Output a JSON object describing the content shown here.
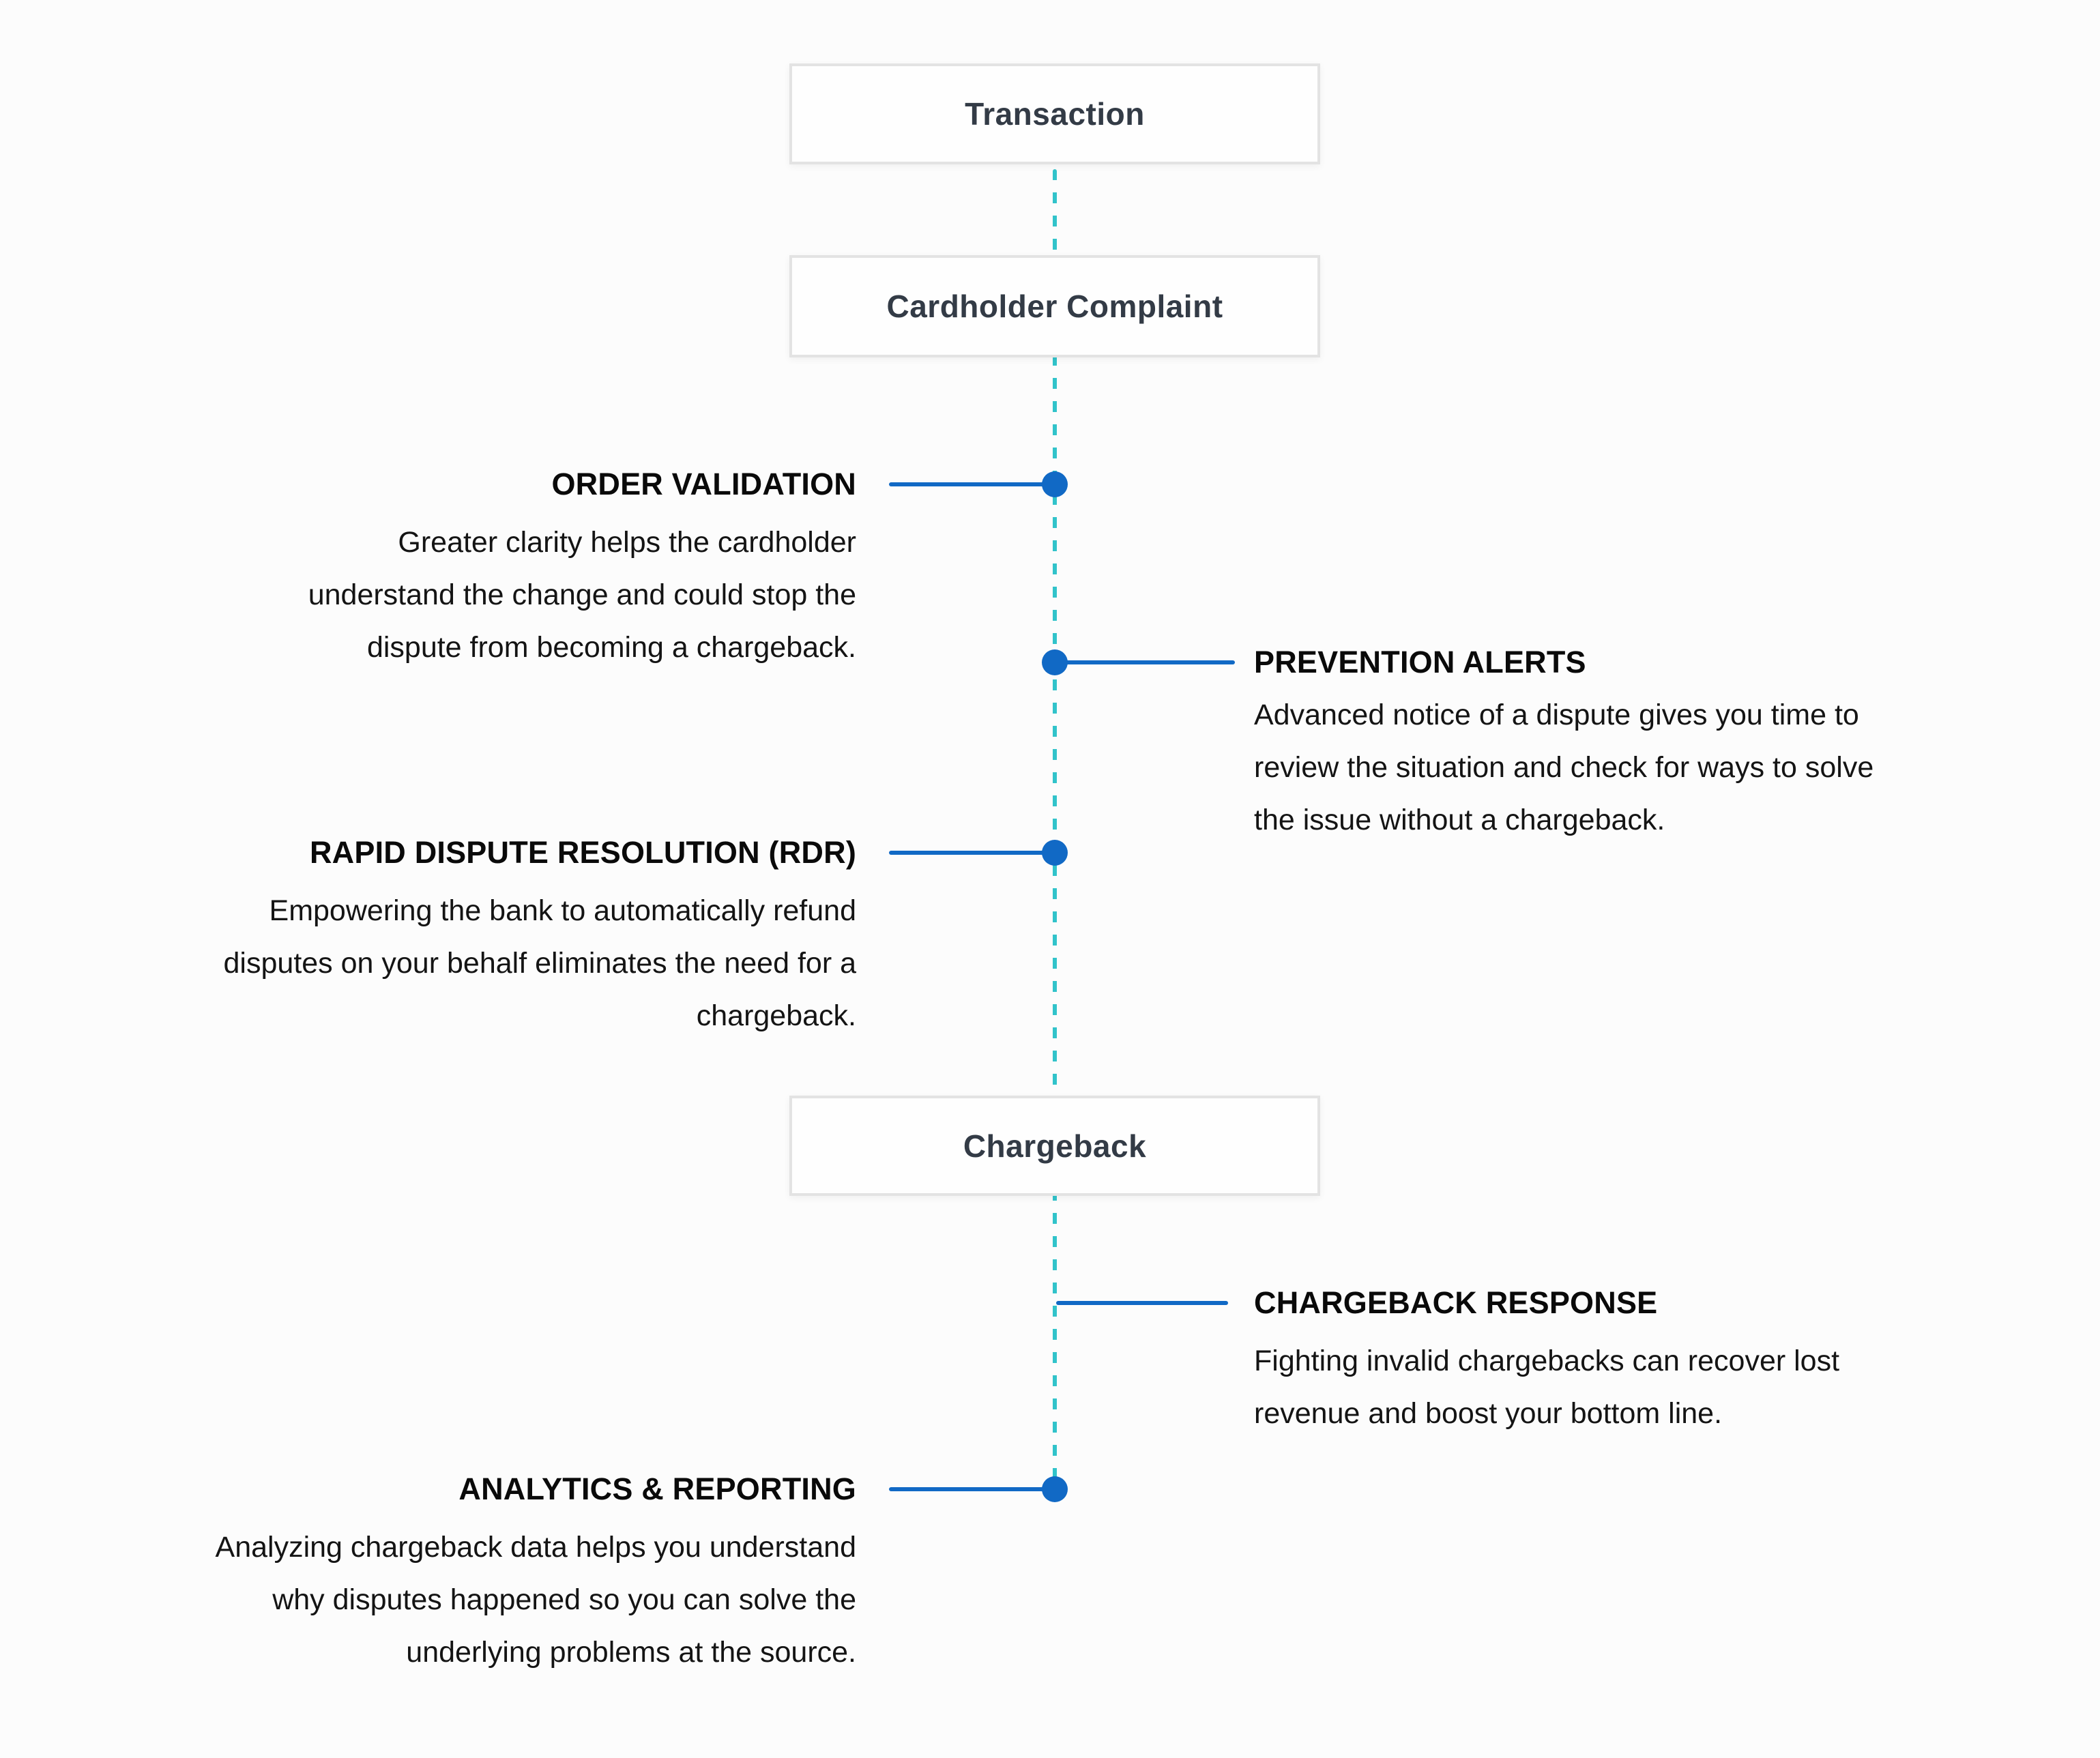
{
  "palette": {
    "blue": "#1169c5",
    "teal": "#31c3ca",
    "box_border": "#e3e3e3",
    "box_background": "#fefefe",
    "box_text": "#333b46",
    "heading_text": "#0a0a0a",
    "body_text": "#141414",
    "page_background": "#fcfcfc"
  },
  "stages": [
    {
      "label": "Transaction"
    },
    {
      "label": "Cardholder Complaint"
    },
    {
      "label": "Chargeback"
    }
  ],
  "milestones": [
    {
      "title": "ORDER VALIDATION",
      "side": "left",
      "has_dot": true,
      "lines": [
        "Greater clarity helps the cardholder",
        "understand the change and could stop the",
        "dispute from becoming a chargeback."
      ]
    },
    {
      "title": "PREVENTION ALERTS",
      "side": "right",
      "has_dot": true,
      "lines": [
        "Advanced notice of a dispute gives you time to",
        "review the situation and check for ways to solve",
        "the issue without a chargeback."
      ]
    },
    {
      "title": "RAPID DISPUTE RESOLUTION (RDR)",
      "side": "left",
      "has_dot": true,
      "lines": [
        "Empowering the bank to automatically refund",
        "disputes on your behalf eliminates the need for a",
        "chargeback."
      ]
    },
    {
      "title": "CHARGEBACK RESPONSE",
      "side": "right",
      "has_dot": false,
      "lines": [
        "Fighting invalid chargebacks can recover lost",
        "revenue and boost your bottom line."
      ]
    },
    {
      "title": "ANALYTICS & REPORTING",
      "side": "left",
      "has_dot": true,
      "lines": [
        "Analyzing chargeback data helps you understand",
        "why disputes happened so you can solve the",
        "underlying problems at the source."
      ]
    }
  ]
}
